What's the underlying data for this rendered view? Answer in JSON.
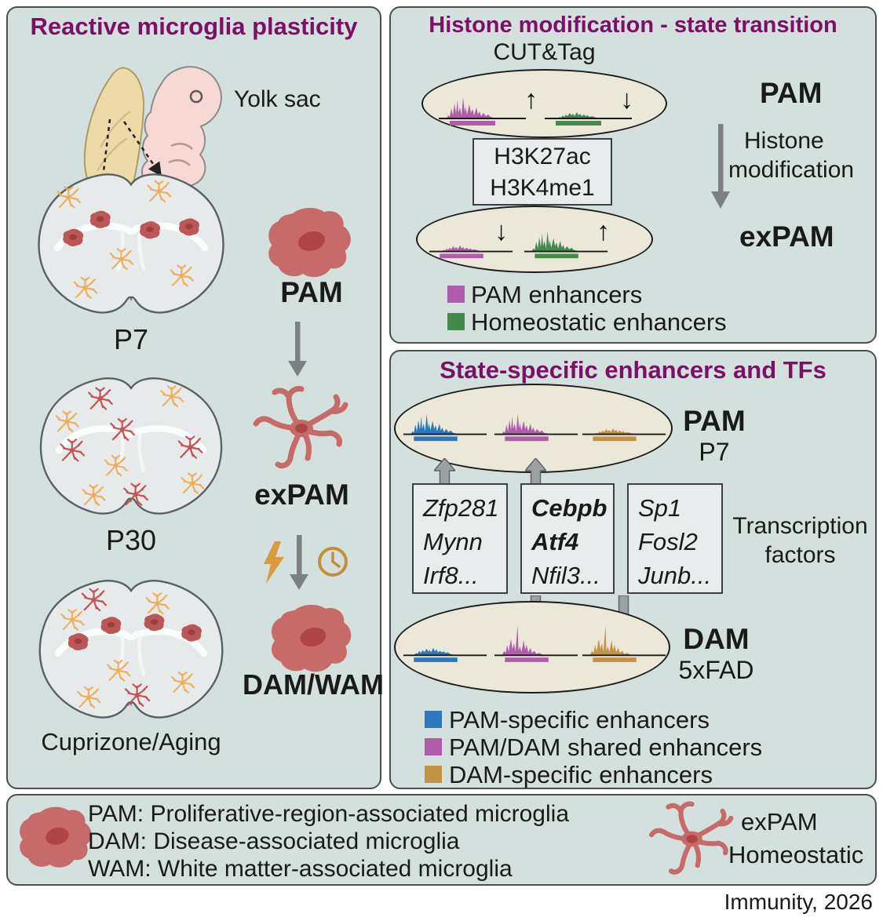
{
  "colors": {
    "panel_bg": "#d3e0de",
    "panel_border": "#4a4f52",
    "title_purple": "#7b1164",
    "track_purple": "#b05cab",
    "track_green": "#45894c",
    "track_blue": "#2c77bd",
    "track_orange": "#c29245",
    "microglia_red": "#c66a6a",
    "microglia_red_dark": "#b04444",
    "homeostatic_orange": "#f0ae5c",
    "arrow_gray": "#7c8084",
    "accent_gold": "#d89b40",
    "ellipse_bg": "#ece8d9"
  },
  "glyphs": {
    "up_arrow": "↑",
    "down_arrow": "↓"
  },
  "left_panel": {
    "title": "Reactive microglia plasticity",
    "yolk_sac_label": "Yolk sac",
    "stage1_label": "P7",
    "stage2_label": "P30",
    "stage3_label": "Cuprizone/Aging",
    "cell1_label": "PAM",
    "cell2_label": "exPAM",
    "cell3_label": "DAM/WAM"
  },
  "histone_panel": {
    "title": "Histone modification - state transition",
    "assay_label": "CUT&Tag",
    "state_top": "PAM",
    "state_bottom": "exPAM",
    "marks": [
      "H3K27ac",
      "H3K4me1"
    ],
    "arrow_label_line1": "Histone",
    "arrow_label_line2": "modification",
    "legend": [
      {
        "label": "PAM enhancers",
        "color": "#b05cab"
      },
      {
        "label": "Homeostatic enhancers",
        "color": "#45894c"
      }
    ]
  },
  "enhancer_panel": {
    "title": "State-specific enhancers and TFs",
    "state_top": "PAM",
    "state_top_sub": "P7",
    "state_bottom": "DAM",
    "state_bottom_sub": "5xFAD",
    "tf_label_line1": "Transcription",
    "tf_label_line2": "factors",
    "tf_box1": [
      "Zfp281",
      "Mynn",
      "Irf8..."
    ],
    "tf_box2": [
      "Cebpb",
      "Atf4",
      "Nfil3..."
    ],
    "tf_box3": [
      "Sp1",
      "Fosl2",
      "Junb..."
    ],
    "legend": [
      {
        "label": "PAM-specific enhancers",
        "color": "#2c77bd"
      },
      {
        "label": "PAM/DAM shared enhancers",
        "color": "#b05cab"
      },
      {
        "label": "DAM-specific enhancers",
        "color": "#c29245"
      }
    ]
  },
  "footer_panel": {
    "definitions": [
      "PAM: Proliferative-region-associated microglia",
      "DAM: Disease-associated microglia",
      "WAM: White matter-associated microglia"
    ],
    "right_label1": "exPAM",
    "right_label2": "Homeostatic"
  },
  "credit": "Immunity, 2026"
}
